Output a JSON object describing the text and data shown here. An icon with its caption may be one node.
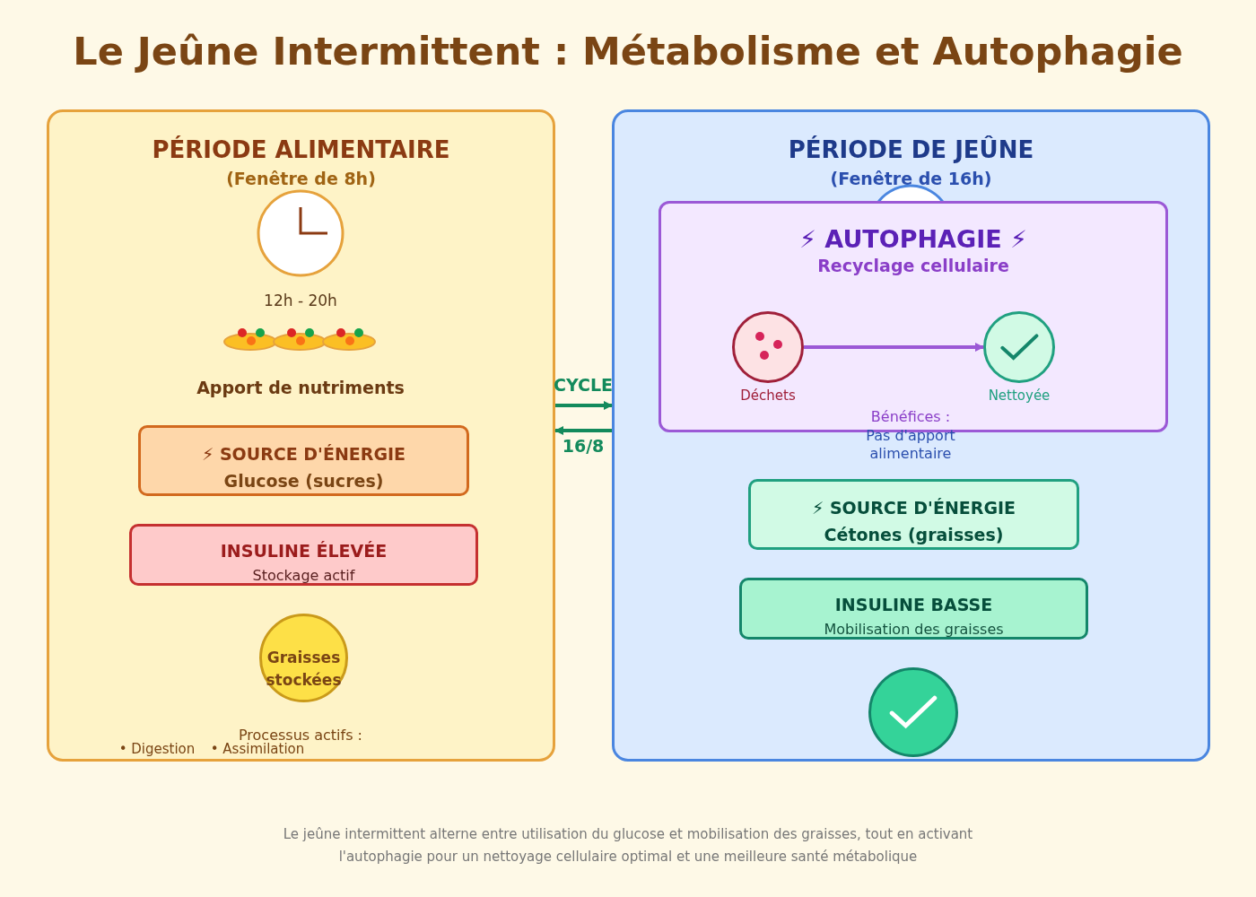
{
  "diagram": {
    "title": "Le Jeûne Intermittent : Métabolisme et Autophagie",
    "caption": "Le jeûne intermittent alterne entre utilisation du glucose et mobilisation des graisses, tout en activant l'autophagie pour un nettoyage cellulaire optimal et une meilleure santé métabolique",
    "nodes": [
      {
        "text": [
          "PÉRIODE ALIMENTAIRE",
          "(Fenêtre de 8h)"
        ]
      },
      {
        "text": [
          "⚡ SOURCE D'ÉNERGIE",
          "Glucose (sucres)"
        ],
        "in": 0
      },
      {
        "text": [
          "INSULINE ÉLEVÉE",
          "Stockage actif"
        ],
        "in": 0
      },
      {
        "text": [
          "Graisses stockées"
        ],
        "in": 0
      },
      {
        "text": [
          "PÉRIODE DE JEÛNE",
          "(Fenêtre de 16h)"
        ]
      },
      {
        "text": [
          "⚡ AUTOPHAGIE ⚡",
          "Recyclage cellulaire"
        ],
        "in": 4
      },
      {
        "text": [],
        "shape": "circle",
        "beside": [
          "Déchets"
        ],
        "in": 5
      },
      {
        "text": [],
        "shape": "circle",
        "beside": [
          "Nettoyée"
        ],
        "in": 5
      },
      {
        "text": [
          "⚡ SOURCE D'ÉNERGIE",
          "Cétones (graisses)"
        ],
        "in": 4
      },
      {
        "text": [
          "INSULINE BASSE",
          "Mobilisation des graisses"
        ],
        "in": 4
      },
      {
        "text": [],
        "shape": "circle",
        "in": 4
      }
    ],
    "edges": [
      {
        "from": 0,
        "to": 4,
        "arrow": "to",
        "label": "CYCLE"
      },
      {
        "from": 4,
        "to": 0,
        "arrow": "to",
        "label": "16/8"
      },
      {
        "from": 6,
        "to": 7,
        "arrow": "to",
        "color": "#9b59d6"
      }
    ],
    "labels": [
      "12h - 20h",
      "Apport de nutriments",
      "Bénéfices :",
      "Pas d'apport alimentaire",
      "Processus actifs :",
      "• Digestion",
      "• Assimilation"
    ]
  }
}
